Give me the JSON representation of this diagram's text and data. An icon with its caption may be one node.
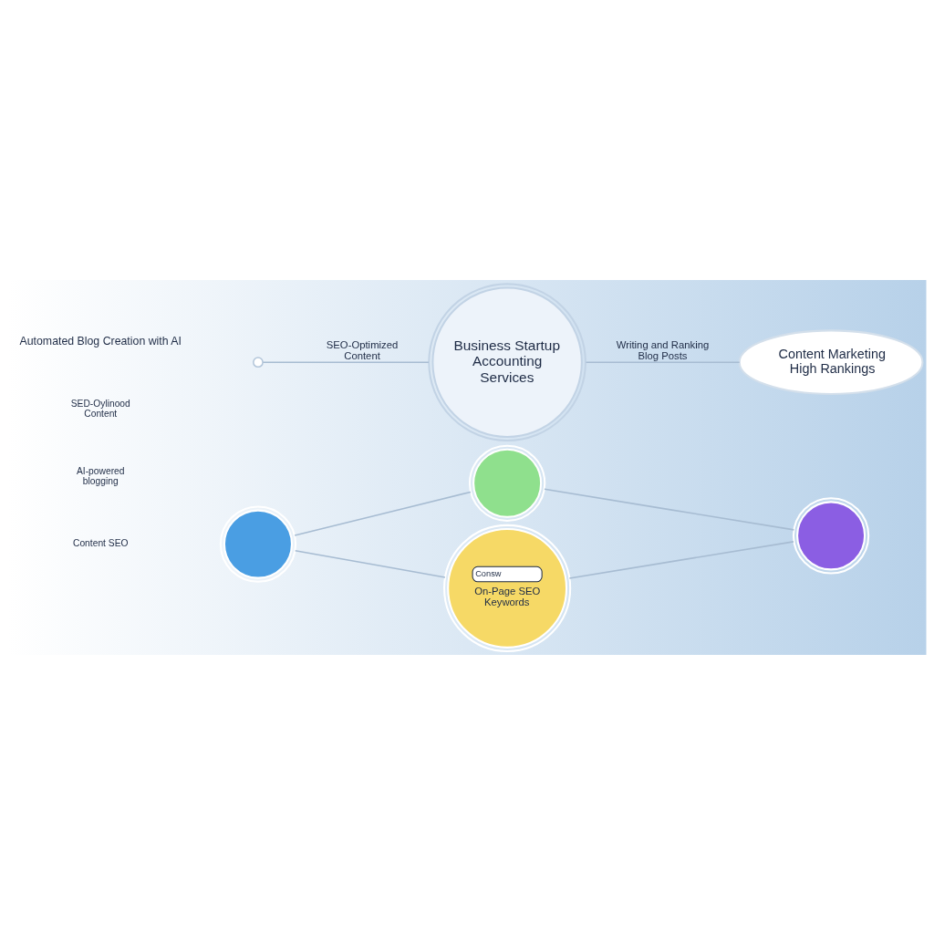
{
  "diagram": {
    "nodes": [
      {
        "text": [],
        "shape": "circle"
      },
      {
        "text": [],
        "shape": "circle"
      },
      {
        "text": [
          "Business Startup Accounting Services"
        ]
      },
      {
        "text": [
          "Content Marketing High Rankings"
        ]
      },
      {
        "text": [
          "Consw",
          "On-Page SEO Keywords"
        ]
      },
      {
        "text": [],
        "shape": "circle"
      }
    ],
    "edges": [
      {
        "from": null,
        "to": 2,
        "arrow": "none",
        "label": "SEO-Optimized Content"
      },
      {
        "from": 2,
        "to": 3,
        "arrow": "none",
        "label": "Writing and Ranking Blog Posts"
      },
      {
        "from": 0,
        "to": 1,
        "arrow": "none"
      },
      {
        "from": 1,
        "to": 5,
        "arrow": "none"
      },
      {
        "from": 5,
        "to": 4,
        "arrow": "none"
      },
      {
        "from": 4,
        "to": 0,
        "arrow": "none"
      }
    ],
    "labels": [
      "Automated Blog Creation with AI",
      "SED-Oylinood Content",
      "AI-powered blogging",
      "Content SEO"
    ]
  }
}
